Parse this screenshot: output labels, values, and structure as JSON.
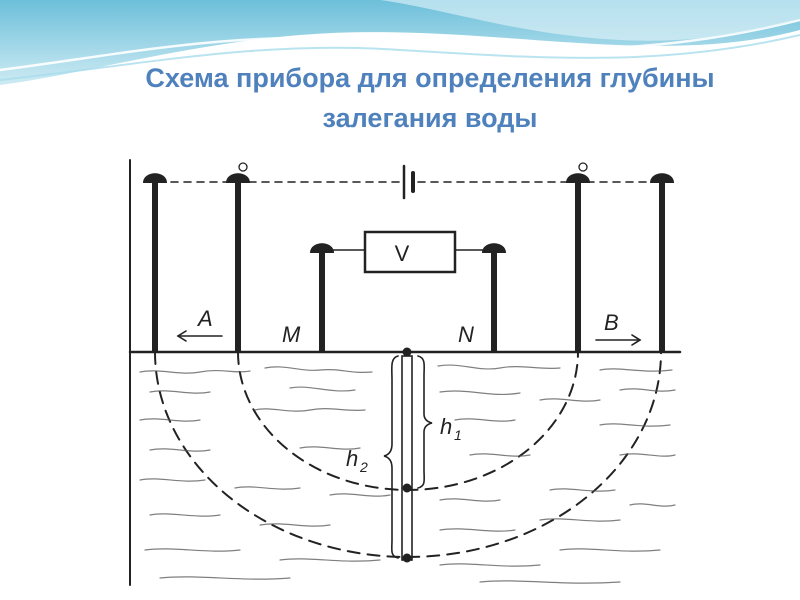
{
  "slide": {
    "title_line1": "Схема прибора для определения глубины",
    "title_line2": "залегания воды"
  },
  "diagram": {
    "electrode_labels": {
      "A": "A",
      "M": "M",
      "N": "N",
      "B": "B"
    },
    "meter_label": "V",
    "depth_labels": {
      "h1_main": "h",
      "h1_sub": "1",
      "h2_main": "h",
      "h2_sub": "2"
    }
  },
  "colors": {
    "title": "#4f81bd",
    "ink": "#222222",
    "header_wave_light": "#c9e9f2",
    "header_wave_mid": "#8fd0e3",
    "header_wave_dark": "#5cb8d6"
  }
}
